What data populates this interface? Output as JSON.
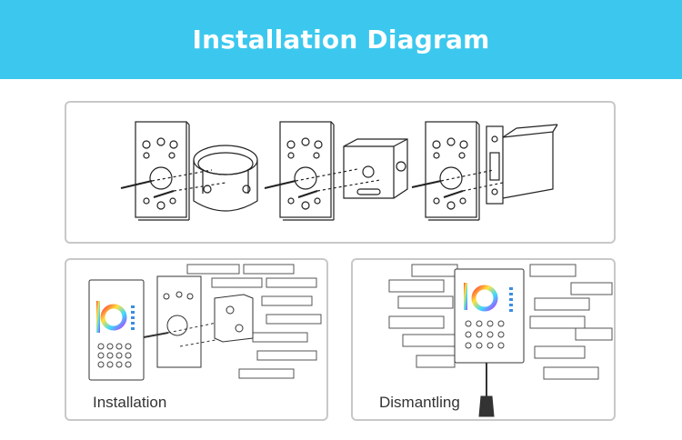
{
  "header": {
    "title": "Installation Diagram",
    "background_color": "#3cc8ee",
    "text_color": "#ffffff"
  },
  "panels": {
    "top": {
      "description_icons": [
        "wall-plate-icon",
        "round-box-icon",
        "square-box-icon",
        "single-gang-box-icon"
      ]
    },
    "bottom_left": {
      "caption": "Installation"
    },
    "bottom_right": {
      "caption": "Dismantling"
    }
  },
  "colors": {
    "panel_border": "#c8c8c8",
    "line": "#222222"
  }
}
